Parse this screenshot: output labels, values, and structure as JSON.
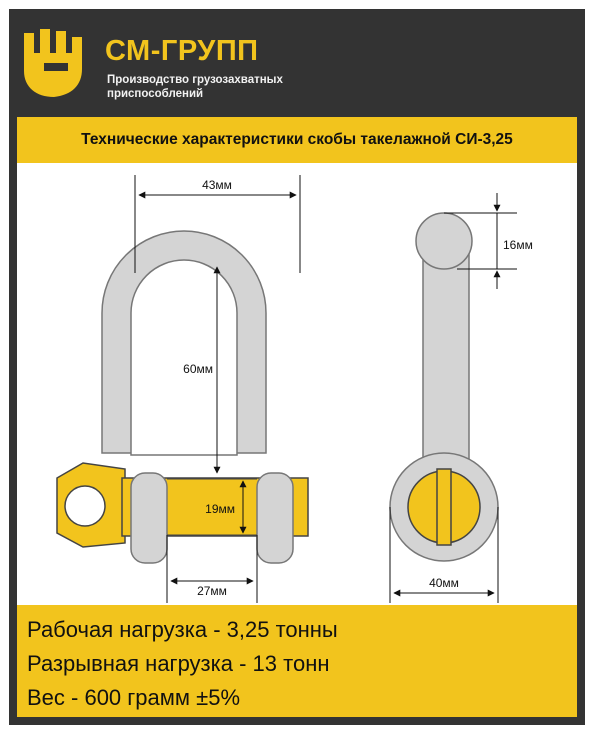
{
  "header": {
    "brand": "СМ-ГРУПП",
    "tagline": "Производство грузозахватных приспособлений",
    "logo_icon": "fist-icon",
    "colors": {
      "accent": "#f2c41d",
      "background": "#333333"
    }
  },
  "title": "Технические характеристики скобы такелажной СИ-3,25",
  "dimensions": {
    "width_top": "43мм",
    "inner_height": "60мм",
    "pin_height": "19мм",
    "inner_width": "27мм",
    "pin_head": "16мм",
    "eye_width": "40мм"
  },
  "specs": {
    "working_load": "Рабочая нагрузка - 3,25 тонны",
    "breaking_load": "Разрывная нагрузка - 13 тонн",
    "weight": "Вес - 600 грамм ±5%"
  }
}
